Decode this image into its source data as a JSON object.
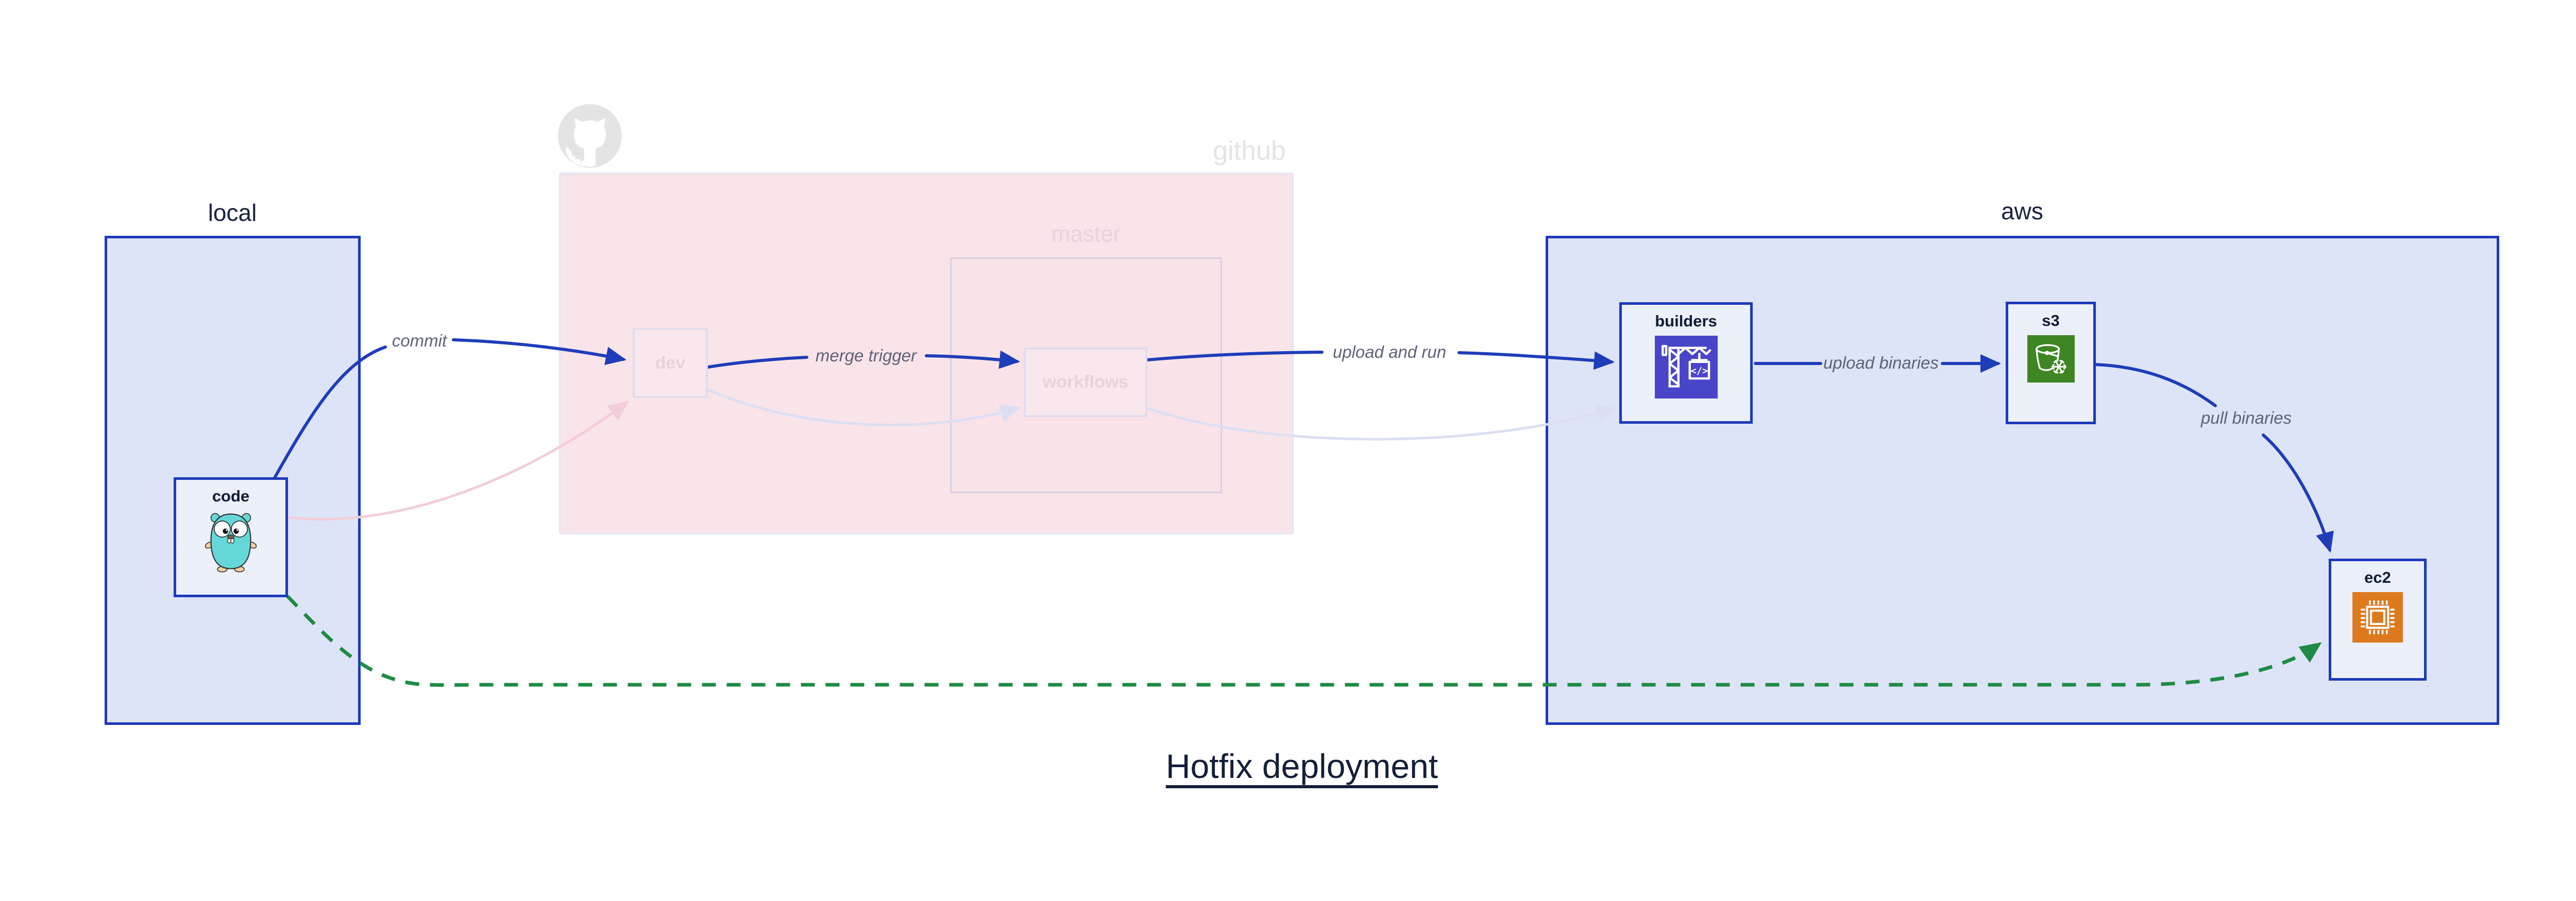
{
  "title": "Hotfix deployment",
  "groups": {
    "local": {
      "label": "local"
    },
    "github": {
      "label": "github"
    },
    "master": {
      "label": "master"
    },
    "aws": {
      "label": "aws"
    }
  },
  "nodes": {
    "code": {
      "label": "code",
      "icon": "gopher-icon"
    },
    "dev": {
      "label": "dev"
    },
    "workflows": {
      "label": "workflows"
    },
    "builders": {
      "label": "builders",
      "icon": "codebuild-crane-icon"
    },
    "s3": {
      "label": "s3",
      "icon": "s3-bucket-snowflake-icon"
    },
    "ec2": {
      "label": "ec2",
      "icon": "ec2-chip-icon"
    }
  },
  "edges": {
    "commit": "commit",
    "merge_trigger": "merge trigger",
    "upload_and_run": "upload and run",
    "upload_binaries": "upload binaries",
    "pull_binaries": "pull binaries"
  },
  "colors": {
    "blue_border": "#1c3ab8",
    "blue_group_fill": "#dee4f8",
    "node_fill": "#ecf0fb",
    "pink_group_fill": "#f9e4e9",
    "pink_group_border": "#e2e6f6",
    "ghost_border": "#e2dcee",
    "ghost_text": "#e8d2dc",
    "faded_pink_edge": "#f3cdd9",
    "faded_lavender_edge": "#dcdff3",
    "green_dashed_edge": "#1f8b45",
    "edge_label_text": "#5d6377",
    "github_gray": "#e4e4e4",
    "codebuild_icon_bg": "#4a45c8",
    "s3_icon_bg": "#3e8623",
    "ec2_icon_bg": "#dd7a1f",
    "gopher_teal": "#66d7d8"
  }
}
